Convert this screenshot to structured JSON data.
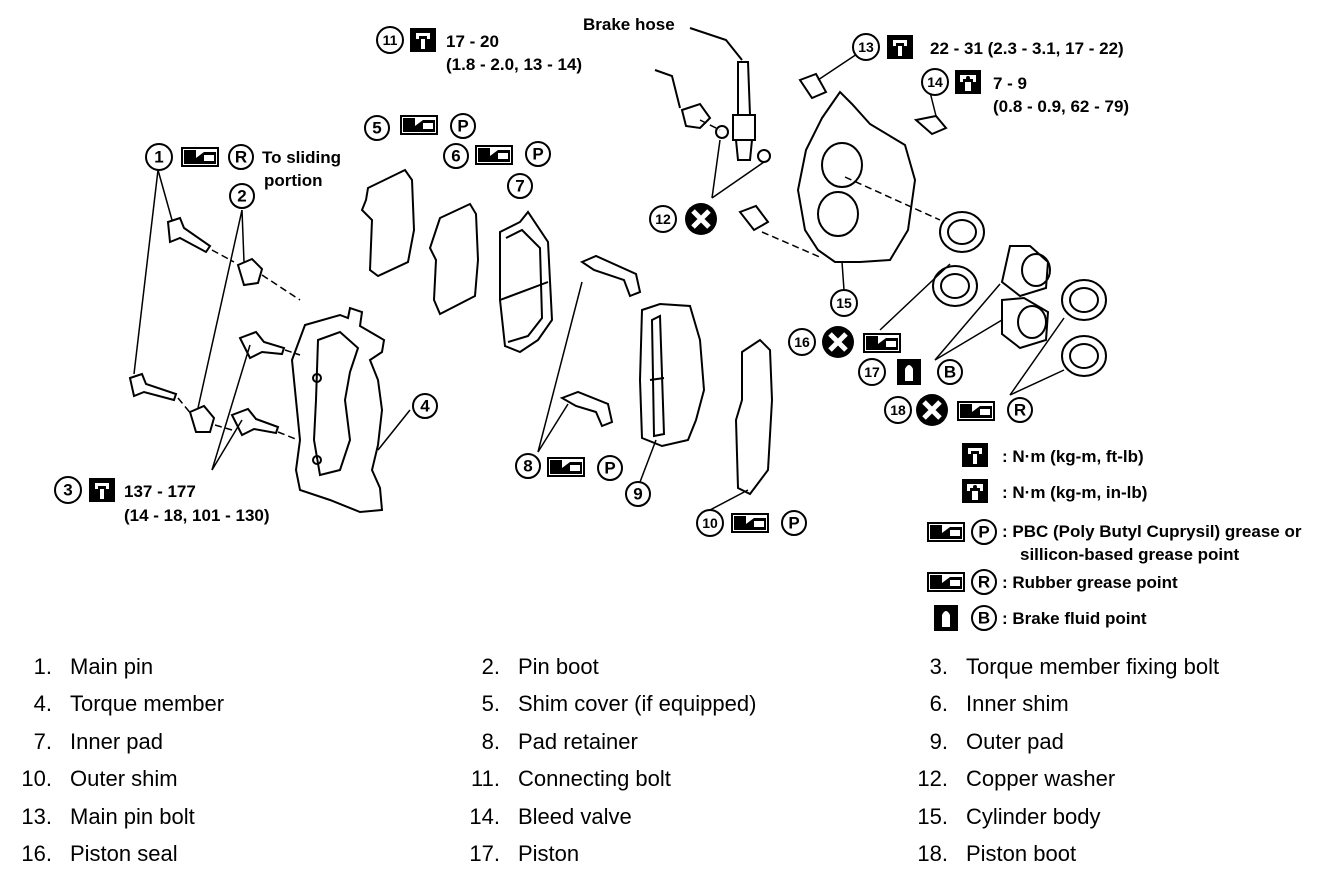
{
  "callouts": {
    "c1": {
      "num": "1",
      "note_line1": "To sliding",
      "note_line2": "portion"
    },
    "c2": {
      "num": "2"
    },
    "c3": {
      "num": "3",
      "line1": "137 - 177",
      "line2": "(14 - 18, 101 - 130)"
    },
    "c4": {
      "num": "4"
    },
    "c5": {
      "num": "5"
    },
    "c6": {
      "num": "6"
    },
    "c7": {
      "num": "7"
    },
    "c8": {
      "num": "8"
    },
    "c9": {
      "num": "9"
    },
    "c10": {
      "num": "10"
    },
    "c11": {
      "num": "11",
      "line1": "17 - 20",
      "line2": "(1.8 - 2.0, 13 - 14)"
    },
    "c12": {
      "num": "12"
    },
    "c13": {
      "num": "13",
      "line1": "22 - 31 (2.3 - 3.1, 17 - 22)"
    },
    "c14": {
      "num": "14",
      "line1": "7 - 9",
      "line2": "(0.8 - 0.9, 62 - 79)"
    },
    "c15": {
      "num": "15"
    },
    "c16": {
      "num": "16"
    },
    "c17": {
      "num": "17"
    },
    "c18": {
      "num": "18"
    },
    "brake_hose": "Brake hose"
  },
  "symbols": {
    "p": "P",
    "r": "R",
    "b": "B"
  },
  "legend": {
    "nm_ftlb": ": N·m (kg-m, ft-lb)",
    "nm_inlb": ": N·m (kg-m, in-lb)",
    "pbc_line1": ": PBC (Poly Butyl Cuprysil) grease or",
    "pbc_line2": "sillicon-based grease point",
    "rubber": ": Rubber grease point",
    "fluid": ": Brake fluid point"
  },
  "parts_rows": [
    [
      {
        "n": "1.",
        "name": "Main pin"
      },
      {
        "n": "2.",
        "name": "Pin boot"
      },
      {
        "n": "3.",
        "name": "Torque member fixing bolt"
      }
    ],
    [
      {
        "n": "4.",
        "name": "Torque member"
      },
      {
        "n": "5.",
        "name": "Shim cover (if equipped)"
      },
      {
        "n": "6.",
        "name": "Inner shim"
      }
    ],
    [
      {
        "n": "7.",
        "name": "Inner pad"
      },
      {
        "n": "8.",
        "name": "Pad retainer"
      },
      {
        "n": "9.",
        "name": "Outer pad"
      }
    ],
    [
      {
        "n": "10.",
        "name": "Outer shim"
      },
      {
        "n": "11.",
        "name": "Connecting bolt"
      },
      {
        "n": "12.",
        "name": "Copper washer"
      }
    ],
    [
      {
        "n": "13.",
        "name": "Main pin bolt"
      },
      {
        "n": "14.",
        "name": "Bleed valve"
      },
      {
        "n": "15.",
        "name": "Cylinder body"
      }
    ],
    [
      {
        "n": "16.",
        "name": "Piston seal"
      },
      {
        "n": "17.",
        "name": "Piston"
      },
      {
        "n": "18.",
        "name": "Piston boot"
      }
    ]
  ]
}
